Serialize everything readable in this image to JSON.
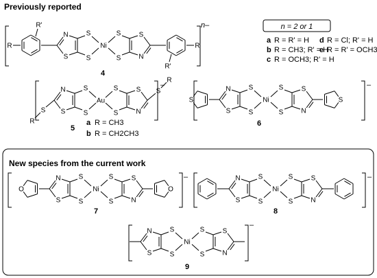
{
  "sections": {
    "previous_title": "Previously reported",
    "new_title": "New species from the current work"
  },
  "compound4": {
    "number": "4",
    "charge_n": "n–",
    "subst_R": "R",
    "subst_R_prime": "R'",
    "metal": "Ni",
    "boxed_note": "n = 2 or 1",
    "legend": [
      {
        "key": "a",
        "text": "R = R' = H"
      },
      {
        "key": "b",
        "text": "R = CH3; R' = H"
      },
      {
        "key": "c",
        "text": "R = OCH3; R' = H"
      },
      {
        "key": "d",
        "text": "R = Cl; R' = H"
      },
      {
        "key": "e",
        "text": "R = R' = OCH3"
      }
    ]
  },
  "compound5": {
    "number": "5",
    "metal": "Au",
    "charge": "–",
    "subst": "R",
    "legend": [
      {
        "key": "a",
        "text": "R = CH3"
      },
      {
        "key": "b",
        "text": "R = CH2CH3"
      }
    ]
  },
  "compound6": {
    "number": "6",
    "metal": "Ni",
    "charge": "–"
  },
  "compound7": {
    "number": "7",
    "metal": "Ni",
    "charge": "–"
  },
  "compound8": {
    "number": "8",
    "metal": "Ni",
    "charge": "–"
  },
  "compound9": {
    "number": "9",
    "metal": "Ni",
    "charge": "–"
  },
  "atoms": {
    "S": "S",
    "N": "N",
    "O": "O"
  }
}
